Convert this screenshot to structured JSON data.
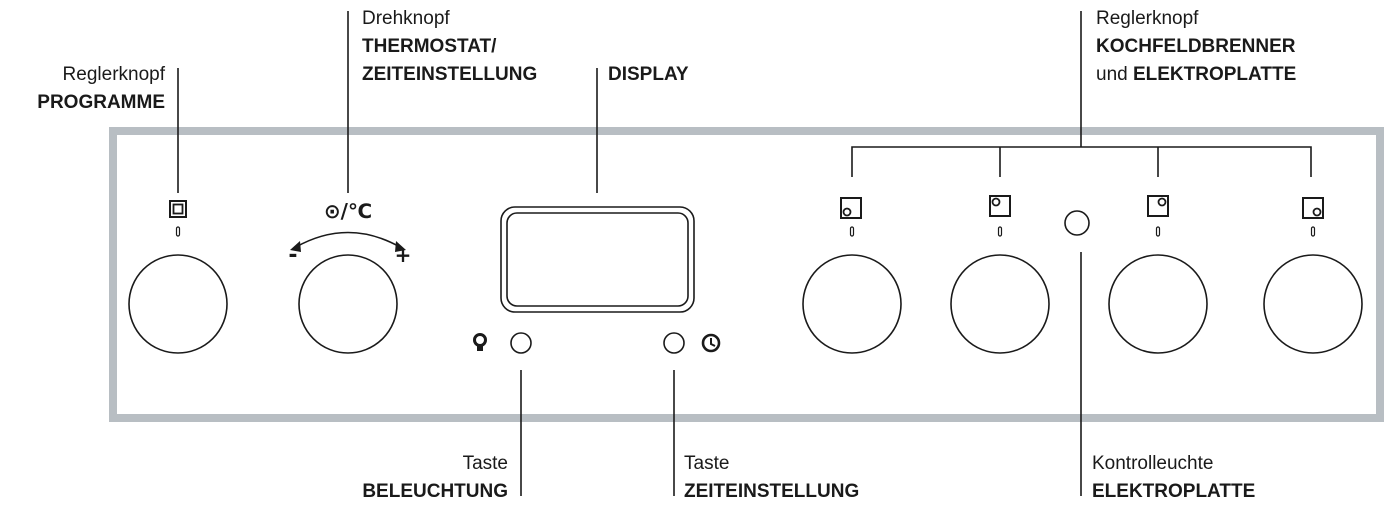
{
  "labels": {
    "programme": {
      "line1": "Reglerknopf",
      "line2": "PROGRAMME"
    },
    "thermostat": {
      "line1": "Drehknopf",
      "line2": "THERMOSTAT/",
      "line3": "ZEITEINSTELLUNG"
    },
    "display": {
      "line1": "DISPLAY"
    },
    "burners": {
      "line1": "Reglerknopf",
      "line2": "KOCHFELDBRENNER",
      "line3a": "und ",
      "line3b": "ELEKTROPLATTE"
    },
    "lighting_button": {
      "line1": "Taste",
      "line2": "BELEUCHTUNG"
    },
    "timer_button": {
      "line1": "Taste",
      "line2": "ZEITEINSTELLUNG"
    },
    "indicator_light": {
      "line1": "Kontrolleuchte",
      "line2": "ELEKTROPLATTE"
    }
  },
  "symbols": {
    "thermostat_symbol": "⊙/℃",
    "minus": "-",
    "plus": "+",
    "knob_zero_mark": "0"
  },
  "icons": {
    "programme": "oven-programme-icon",
    "lamp": "lightbulb-icon",
    "clock": "clock-icon",
    "burner_front_left": "hob-front-left-icon",
    "burner_rear_left": "hob-rear-left-icon",
    "burner_rear_right": "hob-rear-right-icon",
    "burner_front_right": "hob-front-right-icon"
  },
  "colors": {
    "panel_border": "#b8bec3",
    "ink": "#1a1a1a"
  }
}
